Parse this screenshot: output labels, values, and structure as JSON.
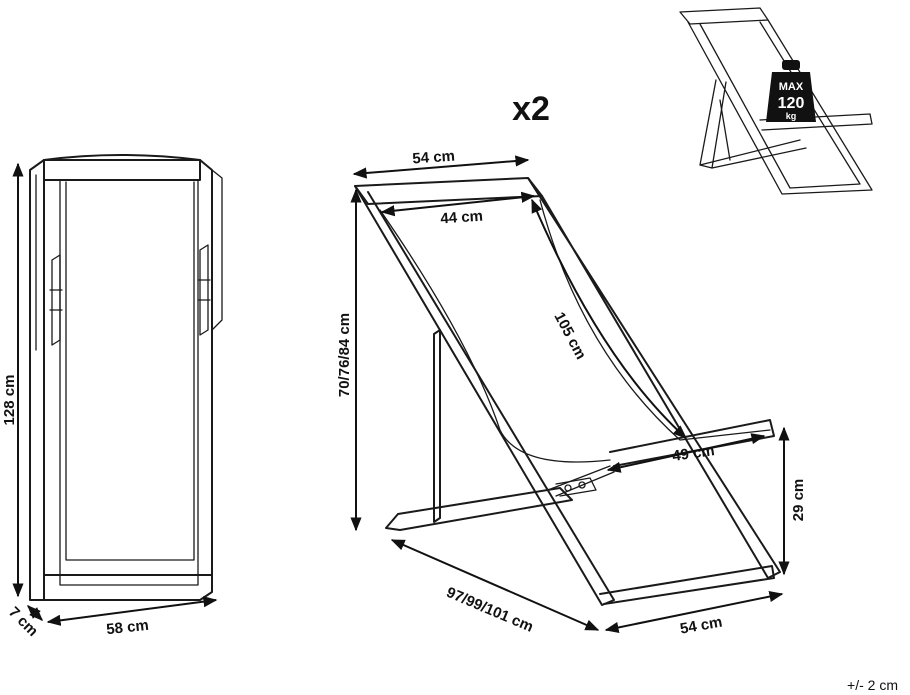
{
  "quantity": "x2",
  "tolerance": "+/- 2 cm",
  "weight_badge": {
    "line1": "MAX",
    "line2": "120",
    "line3": "kg"
  },
  "front_view": {
    "height": "128 cm",
    "width": "58 cm",
    "depth": "7 cm"
  },
  "side_view": {
    "top_width": "54 cm",
    "inner_width": "44 cm",
    "fabric_length": "105 cm",
    "heights": "70/76/84 cm",
    "seat_width": "49 cm",
    "seat_height": "29 cm",
    "lengths": "97/99/101 cm",
    "base_width": "54 cm"
  }
}
